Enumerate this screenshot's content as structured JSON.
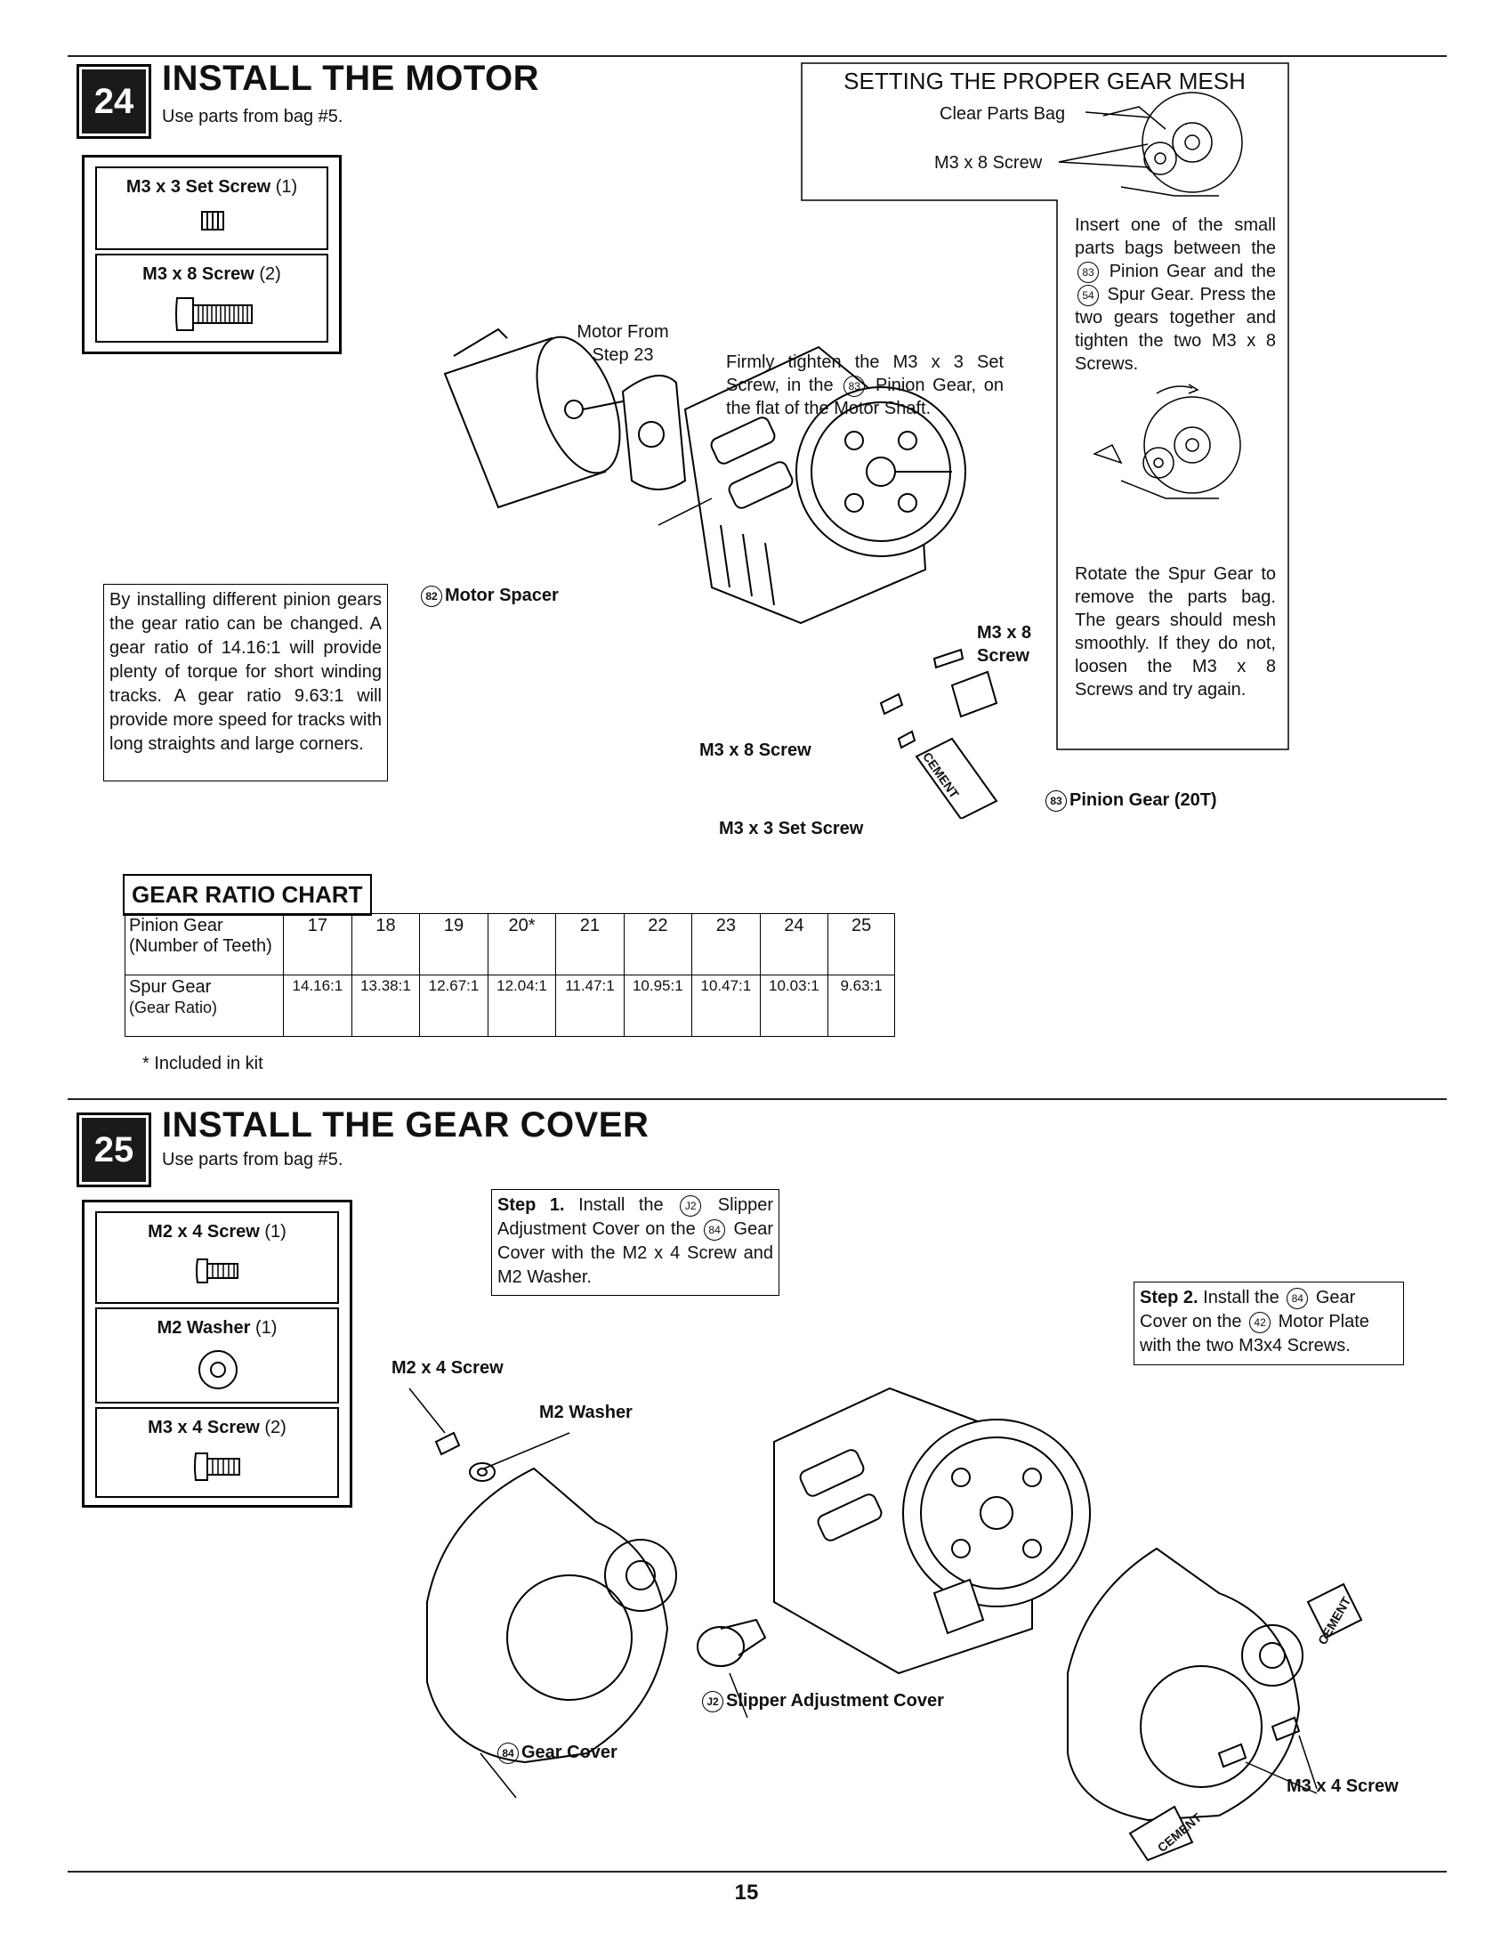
{
  "page_number": "15",
  "step24": {
    "number": "24",
    "title": "INSTALL THE MOTOR",
    "subtitle": "Use parts from bag #5.",
    "parts": [
      {
        "name": "M3 x 3 Set Screw",
        "qty": "(1)"
      },
      {
        "name": "M3 x 8 Screw",
        "qty": "(2)"
      }
    ],
    "gear_mesh": {
      "title": "SETTING THE PROPER GEAR MESH",
      "label_bag": "Clear Parts Bag",
      "label_screw": "M3 x 8 Screw",
      "insert_1": "Insert one of the small parts bags between the",
      "part_83": "83",
      "insert_2": "Pinion Gear and the",
      "part_54": "54",
      "insert_3": "Spur Gear. Press the two gears together and tighten the two M3 x 8 Screws.",
      "rotate": "Rotate the Spur Gear to remove the parts bag. The gears should mesh smoothly. If they do not, loosen the M3 x 8 Screws and try again."
    },
    "ratio_note": "By installing different pinion gears the gear ratio can be changed. A gear ratio of 14.16:1 will provide plenty of torque for short winding tracks. A gear ratio 9.63:1 will provide more speed for tracks with long straights and large corners.",
    "callouts": {
      "motor_from": "Motor From Step 23",
      "tighten_1": "Firmly tighten the M3 x 3 Set Screw, in the",
      "tighten_part": "83",
      "tighten_2": "Pinion Gear, on the flat of the Motor Shaft.",
      "spacer_part": "82",
      "spacer": "Motor Spacer",
      "m3x8_right": "M3 x 8 Screw",
      "m3x8_bottom": "M3 x 8 Screw",
      "set_screw": "M3 x 3 Set Screw",
      "pinion_part": "83",
      "pinion": "Pinion Gear (20T)",
      "cement": "CEMENT"
    },
    "chart": {
      "title": "GEAR RATIO CHART",
      "row1_label_a": "Pinion Gear",
      "row1_label_b": "(Number of Teeth)",
      "row2_label_a": "Spur Gear",
      "row2_label_b": "(Gear Ratio)",
      "teeth": [
        "17",
        "18",
        "19",
        "20*",
        "21",
        "22",
        "23",
        "24",
        "25"
      ],
      "ratios": [
        "14.16:1",
        "13.38:1",
        "12.67:1",
        "12.04:1",
        "11.47:1",
        "10.95:1",
        "10.47:1",
        "10.03:1",
        "9.63:1"
      ],
      "footnote": "* Included in kit"
    }
  },
  "step25": {
    "number": "25",
    "title": "INSTALL THE GEAR COVER",
    "subtitle": "Use parts from bag #5.",
    "parts": [
      {
        "name": "M2 x 4 Screw",
        "qty": "(1)"
      },
      {
        "name": "M2 Washer",
        "qty": "(1)"
      },
      {
        "name": "M3 x 4 Screw",
        "qty": "(2)"
      }
    ],
    "step1": {
      "head": "Step 1.",
      "a": "Install the",
      "part_j2": "J2",
      "b": "Slipper Adjustment Cover on the",
      "part_84": "84",
      "c": "Gear Cover with the M2 x 4 Screw and M2 Washer."
    },
    "step2": {
      "head": "Step 2.",
      "a": "Install the",
      "part_84": "84",
      "b": "Gear Cover on the",
      "part_42": "42",
      "c": "Motor Plate with the two M3x4 Screws."
    },
    "callouts": {
      "m2x4": "M2 x 4 Screw",
      "washer": "M2 Washer",
      "slipper_part": "J2",
      "slipper": "Slipper Adjustment Cover",
      "cover_part": "84",
      "cover": "Gear Cover",
      "m3x4": "M3 x 4 Screw",
      "cement": "CEMENT"
    }
  }
}
